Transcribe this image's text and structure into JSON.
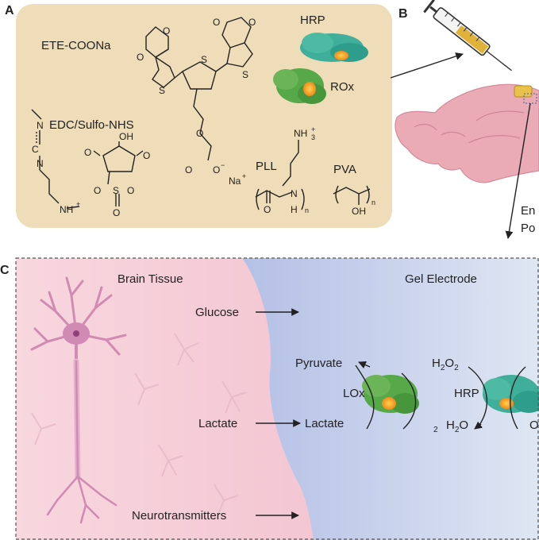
{
  "panel_a": {
    "letter": "A",
    "ete_label": "ETE-COONa",
    "hrp_label": "HRP",
    "rox_label": "ROx",
    "edc_label": "EDC/Sulfo-NHS",
    "pll_label": "PLL",
    "pva_label": "PVA",
    "atoms": {
      "o": "O",
      "s": "S",
      "n": "N",
      "c": "C",
      "oh": "OH",
      "nh3": "NH",
      "nh3_sub": "3",
      "nh3_sup": "+",
      "nh": "NH",
      "nh_sup": "+",
      "na": "Na",
      "na_sup": "+",
      "o_minus": "O",
      "o_minus_sup": "−",
      "n_sub": "n",
      "h": "H"
    }
  },
  "panel_b": {
    "letter": "B",
    "label_line1": "En",
    "label_line2": "Po"
  },
  "panel_c": {
    "letter": "C",
    "brain_tissue": "Brain Tissue",
    "gel_electrode": "Gel Electrode",
    "glucose": "Glucose",
    "pyruvate": "Pyruvate",
    "lox": "LOx",
    "lactate_left": "Lactate",
    "lactate_right": "Lactate",
    "h2o2": "H",
    "h2o2_sub": "2",
    "h2o2_end": "O",
    "h2o2_end_sub": "2",
    "hrp": "HRP",
    "h2o": "H",
    "h2o_sub": "2",
    "h2o_end": "O",
    "stray_sub": "2",
    "cut_o": "O",
    "neurotransmitters": "Neurotransmitters"
  },
  "colors": {
    "panel_a_bg": "#efdcb8",
    "tissue_pink": "#f6d3dc",
    "gel_blue": "#aab6e0",
    "brain_pink": "#e8aab6",
    "enzyme_green": "#5aa84a",
    "enzyme_teal": "#3fa89a",
    "core_orange": "#f3a227"
  }
}
